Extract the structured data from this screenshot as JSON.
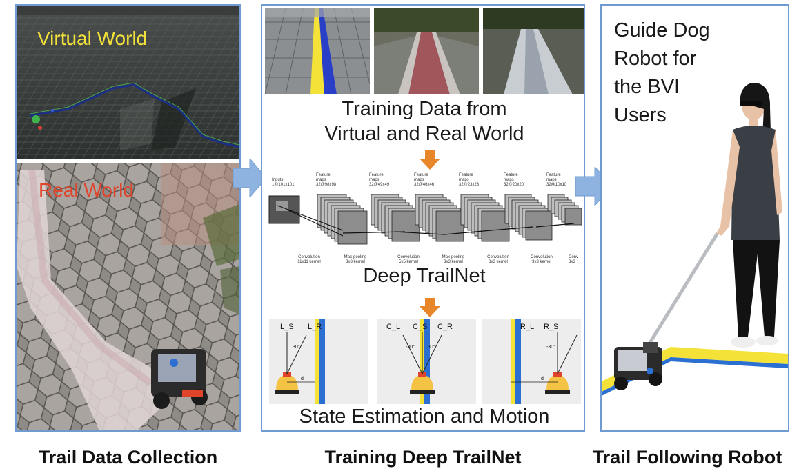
{
  "panels": {
    "collection": {
      "virtual_label": "Virtual World",
      "real_label": "Real World",
      "caption": "Trail Data Collection"
    },
    "training": {
      "data_title_line1": "Training Data from",
      "data_title_line2": "Virtual and Real World",
      "network_title": "Deep TrailNet",
      "state_title": "State Estimation and Motion",
      "caption": "Training Deep TrailNet",
      "cnn_top_labels": [
        {
          "l1": "Inputs",
          "l2": "1@101x101",
          "l3": ""
        },
        {
          "l1": "Feature",
          "l2": "maps",
          "l3": "32@98x98"
        },
        {
          "l1": "Feature",
          "l2": "maps",
          "l3": "32@49x49"
        },
        {
          "l1": "Feature",
          "l2": "maps",
          "l3": "32@46x46"
        },
        {
          "l1": "Feature",
          "l2": "maps",
          "l3": "32@23x23"
        },
        {
          "l1": "Feature",
          "l2": "maps",
          "l3": "32@20x20"
        },
        {
          "l1": "Feature",
          "l2": "maps",
          "l3": "32@10x10"
        }
      ],
      "cnn_bottom_labels": [
        {
          "l1": "Convolution",
          "l2": "11x11 kernel"
        },
        {
          "l1": "Max-pooling",
          "l2": "3x3 kernel"
        },
        {
          "l1": "Convolution",
          "l2": "5x5 kernel"
        },
        {
          "l1": "Max-pooling",
          "l2": "3x3 kernel"
        },
        {
          "l1": "Convolution",
          "l2": "3x3 kernel"
        },
        {
          "l1": "Convolution",
          "l2": "3x3 kernel"
        },
        {
          "l1": "Conv",
          "l2": "3x3"
        }
      ],
      "states": [
        {
          "left": "L_S",
          "mid": "",
          "right": "L_R",
          "angle_a": "30°",
          "angle_b": "",
          "d": "d"
        },
        {
          "left": "C_L",
          "mid": "C_S",
          "right": "C_R",
          "angle_a": "-30°",
          "angle_b": "30°",
          "d": ""
        },
        {
          "left": "R_L",
          "mid": "",
          "right": "R_S",
          "angle_a": "-30°",
          "angle_b": "",
          "d": "d"
        }
      ]
    },
    "robot": {
      "title_line1": "Guide Dog",
      "title_line2": "Robot for",
      "title_line3": "the BVI",
      "title_line4": "Users",
      "caption": "Trail Following Robot"
    }
  },
  "colors": {
    "panel_border": "#6f9bd1",
    "arrow_blue": "#8fb3e0",
    "arrow_orange": "#e8862a",
    "virtual_label": "#f2e23a",
    "real_label": "#e0442a",
    "trail_yellow": "#f4e238",
    "trail_blue": "#2a6fd1"
  }
}
